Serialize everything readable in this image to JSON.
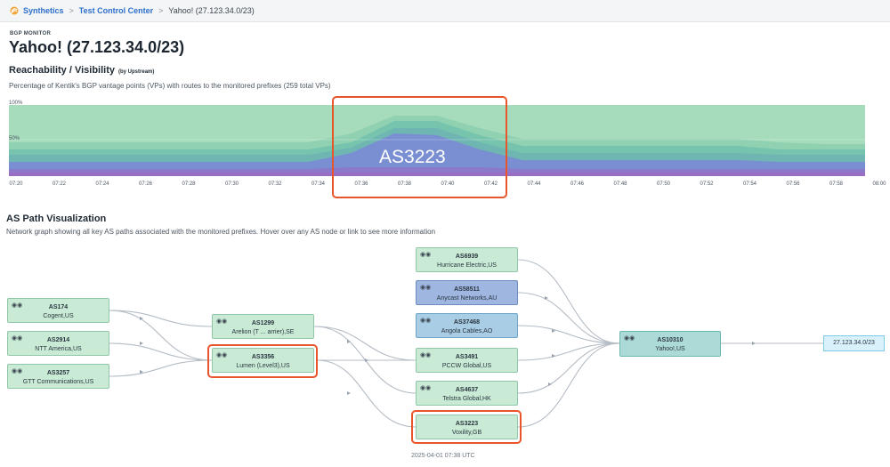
{
  "breadcrumb": {
    "items": [
      "Synthetics",
      "Test Control Center"
    ],
    "current": "Yahoo! (27.123.34.0/23)",
    "separator": ">"
  },
  "page": {
    "kicker": "BGP MONITOR",
    "title": "Yahoo! (27.123.34.0/23)"
  },
  "reachability": {
    "title": "Reachability / Visibility",
    "qualifier": "(by Upstream)",
    "description": "Percentage of Kentik's BGP vantage points (VPs) with routes to the monitored prefixes (259 total VPs)",
    "highlight_label": "AS3223"
  },
  "chart_data": {
    "type": "area",
    "y_ticks": [
      "100%",
      "50%"
    ],
    "ylim": [
      0,
      100
    ],
    "x_ticks": [
      "07:20",
      "07:22",
      "07:24",
      "07:26",
      "07:28",
      "07:30",
      "07:32",
      "07:34",
      "07:36",
      "07:38",
      "07:40",
      "07:42",
      "07:44",
      "07:46",
      "07:48",
      "07:50",
      "07:52",
      "07:54",
      "07:56",
      "07:58",
      "08:00"
    ],
    "stacked": true,
    "highlighted_label": "AS3223",
    "highlight_x_range": [
      "07:34",
      "07:42"
    ]
  },
  "aspath": {
    "title": "AS Path Visualization",
    "description": "Network graph showing all key AS paths associated with the monitored prefixes. Hover over any AS node or link to see more information",
    "nodes": {
      "as174": {
        "name": "AS174",
        "org": "Cogent,US"
      },
      "as2914": {
        "name": "AS2914",
        "org": "NTT America,US"
      },
      "as3257": {
        "name": "AS3257",
        "org": "GTT Communications,US"
      },
      "as1299": {
        "name": "AS1299",
        "org": "Arelion (T ... arrier),SE"
      },
      "as3356": {
        "name": "AS3356",
        "org": "Lumen (Level3),US"
      },
      "as6939": {
        "name": "AS6939",
        "org": "Hurricane Electric,US"
      },
      "as58511": {
        "name": "AS58511",
        "org": "Anycast Networks,AU"
      },
      "as37468": {
        "name": "AS37468",
        "org": "Angola Cables,AO"
      },
      "as3491": {
        "name": "AS3491",
        "org": "PCCW Global,US"
      },
      "as4637": {
        "name": "AS4637",
        "org": "Telstra Global,HK"
      },
      "as3223": {
        "name": "AS3223",
        "org": "Voxility,GB"
      },
      "as10310": {
        "name": "AS10310",
        "org": "Yahoo!,US"
      }
    },
    "prefix": "27.123.34.0/23",
    "timestamp": "2025-04-01 07:38 UTC"
  },
  "colors": {
    "accent": "#e8552b",
    "link": "#2c6ecb",
    "node_green": "#c9ebd5",
    "node_dark": "#9eb6e0",
    "node_mid": "#a9cde4",
    "node_teal": "#acdbd7"
  }
}
